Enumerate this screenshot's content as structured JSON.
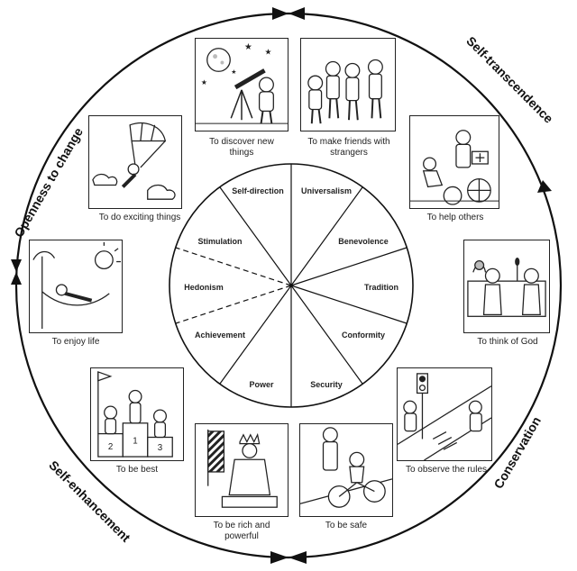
{
  "domains": {
    "top_left": "Openness to change",
    "top_right": "Self-transcendence",
    "bottom_left": "Self-enhancement",
    "bottom_right": "Conservation"
  },
  "wedges": {
    "self_direction": "Self-direction",
    "universalism": "Universalism",
    "benevolence": "Benevolence",
    "tradition": "Tradition",
    "conformity": "Conformity",
    "security": "Security",
    "power": "Power",
    "achievement": "Achievement",
    "hedonism": "Hedonism",
    "stimulation": "Stimulation"
  },
  "captions": {
    "discover": "To discover new\nthings",
    "friends": "To make friends with\nstrangers",
    "help": "To help others",
    "god": "To think of God",
    "rules": "To observe the rules",
    "safe": "To be safe",
    "rich": "To be rich and\npowerful",
    "best": "To be best",
    "enjoy": "To enjoy life",
    "exciting": "To do exciting things"
  },
  "podium": {
    "second": "2",
    "first": "1",
    "third": "3"
  }
}
